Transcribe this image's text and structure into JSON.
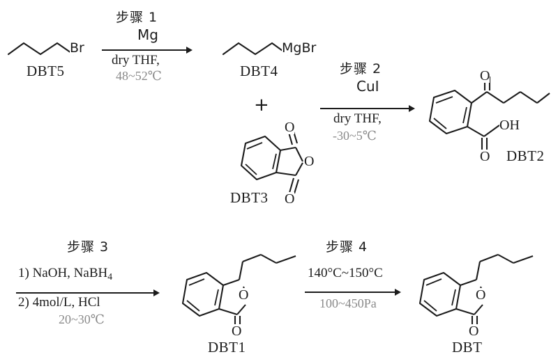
{
  "scheme": {
    "title": "",
    "ink_color": "#1c1c1c",
    "condition_color": "#8a8a8a"
  },
  "compounds": [
    {
      "id": "dbt5",
      "label": "DBT5",
      "name": "1-bromobutane",
      "atoms": [
        "Br"
      ]
    },
    {
      "id": "dbt4",
      "label": "DBT4",
      "name": "butylmagnesium bromide",
      "atoms": [
        "MgBr"
      ]
    },
    {
      "id": "dbt3",
      "label": "DBT3",
      "name": "phthalic anhydride",
      "atoms": [
        "O",
        "O",
        "O"
      ]
    },
    {
      "id": "dbt2",
      "label": "DBT2",
      "name": "2-pentanoylbenzoic acid",
      "atoms": [
        "O",
        "OH",
        "O"
      ]
    },
    {
      "id": "dbt1",
      "label": "DBT1",
      "name": "3-butylphthalide",
      "atoms": [
        "O",
        "O"
      ]
    },
    {
      "id": "dbt",
      "label": "DBT",
      "name": "3-n-butylphthalide",
      "atoms": [
        "O",
        "O"
      ]
    }
  ],
  "steps": [
    {
      "id": "step1",
      "title": "步骤 1",
      "reagent": "Mg",
      "solvent": "dry THF,",
      "condition": "48~52℃"
    },
    {
      "id": "step2",
      "title": "步骤 2",
      "reagent": "CuI",
      "solvent": "dry THF,",
      "condition": "-30~5℃"
    },
    {
      "id": "step3",
      "title": "步骤 3",
      "reagent_above": "1) NaOH, NaBH",
      "reagent_above_sub": "4",
      "reagent_below": "2) 4mol/L, HCl",
      "condition": "20~30℃"
    },
    {
      "id": "step4",
      "title": "步骤 4",
      "reagent": "140°C~150°C",
      "condition": "100~450Pa"
    }
  ],
  "symbols": {
    "plus": "+",
    "br": "Br",
    "mgbr": "MgBr",
    "o": "O",
    "oh": "OH"
  },
  "chart_data": {
    "type": "diagram",
    "diagram_kind": "chemical-synthesis-scheme",
    "title": "Synthesis of DBT (3-n-butylphthalide)",
    "nodes": [
      {
        "id": "DBT5",
        "label": "DBT5",
        "structure": "1-bromobutane (n-C4H9Br)"
      },
      {
        "id": "DBT4",
        "label": "DBT4",
        "structure": "n-butylmagnesium bromide (n-C4H9MgBr)"
      },
      {
        "id": "DBT3",
        "label": "DBT3",
        "structure": "phthalic anhydride"
      },
      {
        "id": "DBT2",
        "label": "DBT2",
        "structure": "2-pentanoylbenzoic acid"
      },
      {
        "id": "DBT1",
        "label": "DBT1",
        "structure": "3-butyl-2-benzofuran-1(3H)-one"
      },
      {
        "id": "DBT",
        "label": "DBT",
        "structure": "3-n-butylphthalide"
      }
    ],
    "edges": [
      {
        "from": "DBT5",
        "to": "DBT4",
        "step": "步骤 1",
        "reagents": "Mg",
        "solvent": "dry THF,",
        "conditions": "48~52℃"
      },
      {
        "from": "DBT4 + DBT3",
        "to": "DBT2",
        "step": "步骤 2",
        "reagents": "CuI",
        "solvent": "dry THF,",
        "conditions": "-30~5℃"
      },
      {
        "from": "DBT2",
        "to": "DBT1",
        "step": "步骤 3",
        "reagents": "1) NaOH, NaBH4; 2) 4mol/L, HCl",
        "conditions": "20~30℃"
      },
      {
        "from": "DBT1",
        "to": "DBT",
        "step": "步骤 4",
        "reagents": "140°C~150°C",
        "conditions": "100~450Pa"
      }
    ]
  }
}
